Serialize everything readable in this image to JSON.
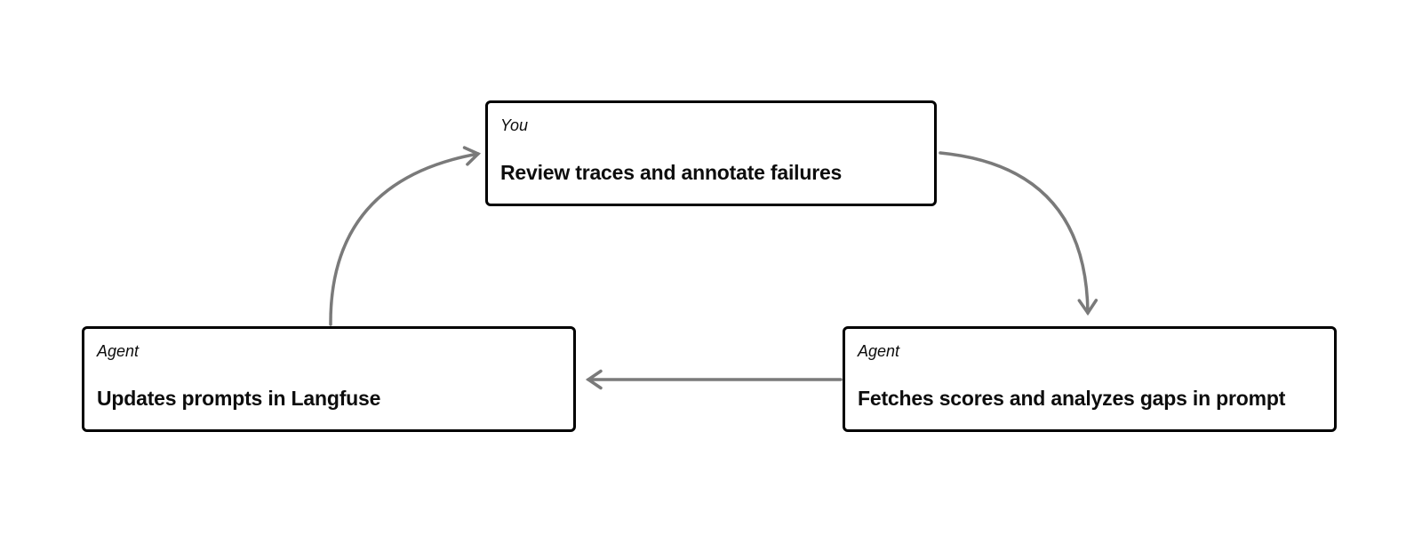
{
  "diagram": {
    "nodes": {
      "review": {
        "actor": "You",
        "title": "Review traces and annotate failures"
      },
      "fetch": {
        "actor": "Agent",
        "title": "Fetches scores and analyzes gaps in prompt"
      },
      "update": {
        "actor": "Agent",
        "title": "Updates prompts in Langfuse"
      }
    },
    "edges": [
      {
        "from": "update",
        "to": "review",
        "style": "curved"
      },
      {
        "from": "review",
        "to": "fetch",
        "style": "curved"
      },
      {
        "from": "fetch",
        "to": "update",
        "style": "straight"
      }
    ]
  },
  "colors": {
    "background": "#ffffff",
    "border": "#000000",
    "text": "#0d0d0d",
    "arrow": "#7a7a7a"
  }
}
